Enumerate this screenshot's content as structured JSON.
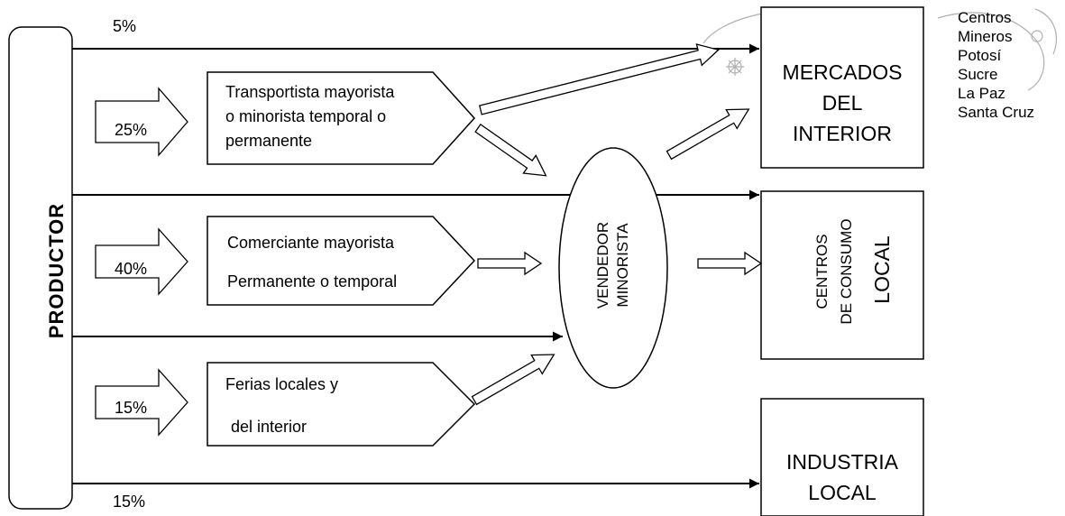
{
  "producer": {
    "label": "PRODUCTOR"
  },
  "shares": {
    "top": "5%",
    "transport": "25%",
    "commerce": "40%",
    "fairs": "15%",
    "bottom": "15%"
  },
  "intermediaries": {
    "transport": {
      "lines": [
        "Transportista mayorista",
        "o minorista temporal o",
        "permanente"
      ]
    },
    "commerce": {
      "lines": [
        "Comerciante mayorista",
        "Permanente o temporal"
      ]
    },
    "fairs": {
      "lines": [
        "Ferias locales y",
        "del interior"
      ]
    }
  },
  "retailer": {
    "lines": [
      "VENDEDOR",
      "MINORISTA"
    ]
  },
  "destinations": {
    "interior": {
      "lines": [
        "MERCADOS",
        "DEL",
        "INTERIOR"
      ]
    },
    "local": {
      "lines": [
        "CENTROS",
        "DE CONSUMO",
        "LOCAL"
      ]
    },
    "industry": {
      "lines": [
        "INDUSTRIA",
        "LOCAL"
      ]
    }
  },
  "cities": [
    "Centros",
    "Mineros",
    "Potosí",
    "Sucre",
    "La Paz",
    "Santa Cruz"
  ],
  "colors": {
    "line": "#000000",
    "background": "#ffffff",
    "ornament": "#b0b0b0"
  }
}
